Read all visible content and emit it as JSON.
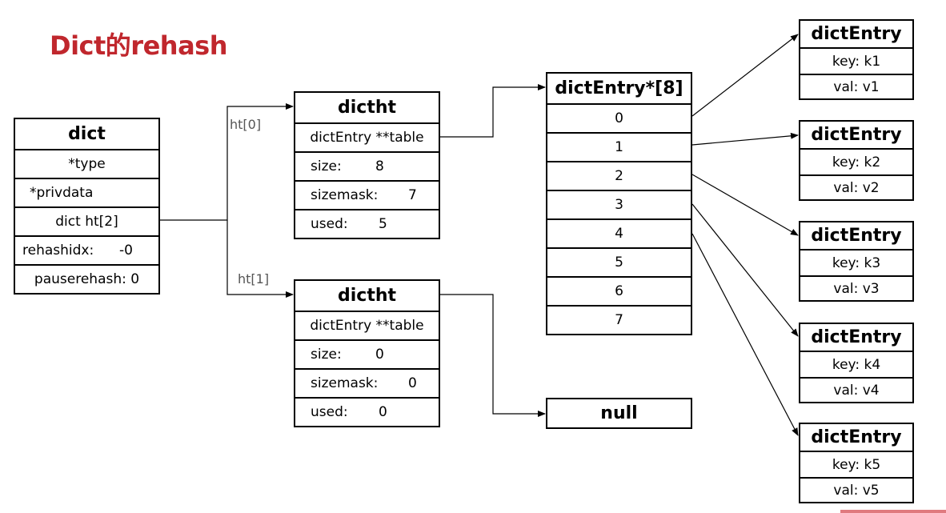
{
  "title": "Dict的rehash",
  "dict": {
    "header": "dict",
    "type": "*type",
    "privdata": "*privdata",
    "ht": "dict ht[2]",
    "rehashidx_label": "rehashidx:",
    "rehashidx_value": "-0",
    "pauserehash": "pauserehash: 0"
  },
  "labels": {
    "ht0": "ht[0]",
    "ht1": "ht[1]"
  },
  "dictht0": {
    "header": "dictht",
    "table": "dictEntry **table",
    "size_label": "size:",
    "size_value": "8",
    "sizemask_label": "sizemask:",
    "sizemask_value": "7",
    "used_label": "used:",
    "used_value": "5"
  },
  "dictht1": {
    "header": "dictht",
    "table": "dictEntry **table",
    "size_label": "size:",
    "size_value": "0",
    "sizemask_label": "sizemask:",
    "sizemask_value": "0",
    "used_label": "used:",
    "used_value": "0"
  },
  "array": {
    "header": "dictEntry*[8]",
    "slots": [
      "0",
      "1",
      "2",
      "3",
      "4",
      "5",
      "6",
      "7"
    ]
  },
  "null_box": "null",
  "entries": [
    {
      "header": "dictEntry",
      "key": "key: k1",
      "val": "val: v1"
    },
    {
      "header": "dictEntry",
      "key": "key: k2",
      "val": "val: v2"
    },
    {
      "header": "dictEntry",
      "key": "key: k3",
      "val": "val: v3"
    },
    {
      "header": "dictEntry",
      "key": "key: k4",
      "val": "val: v4"
    },
    {
      "header": "dictEntry",
      "key": "key: k5",
      "val": "val: v5"
    }
  ],
  "colors": {
    "title": "#c0272d",
    "line": "#000000",
    "label": "#555555"
  }
}
